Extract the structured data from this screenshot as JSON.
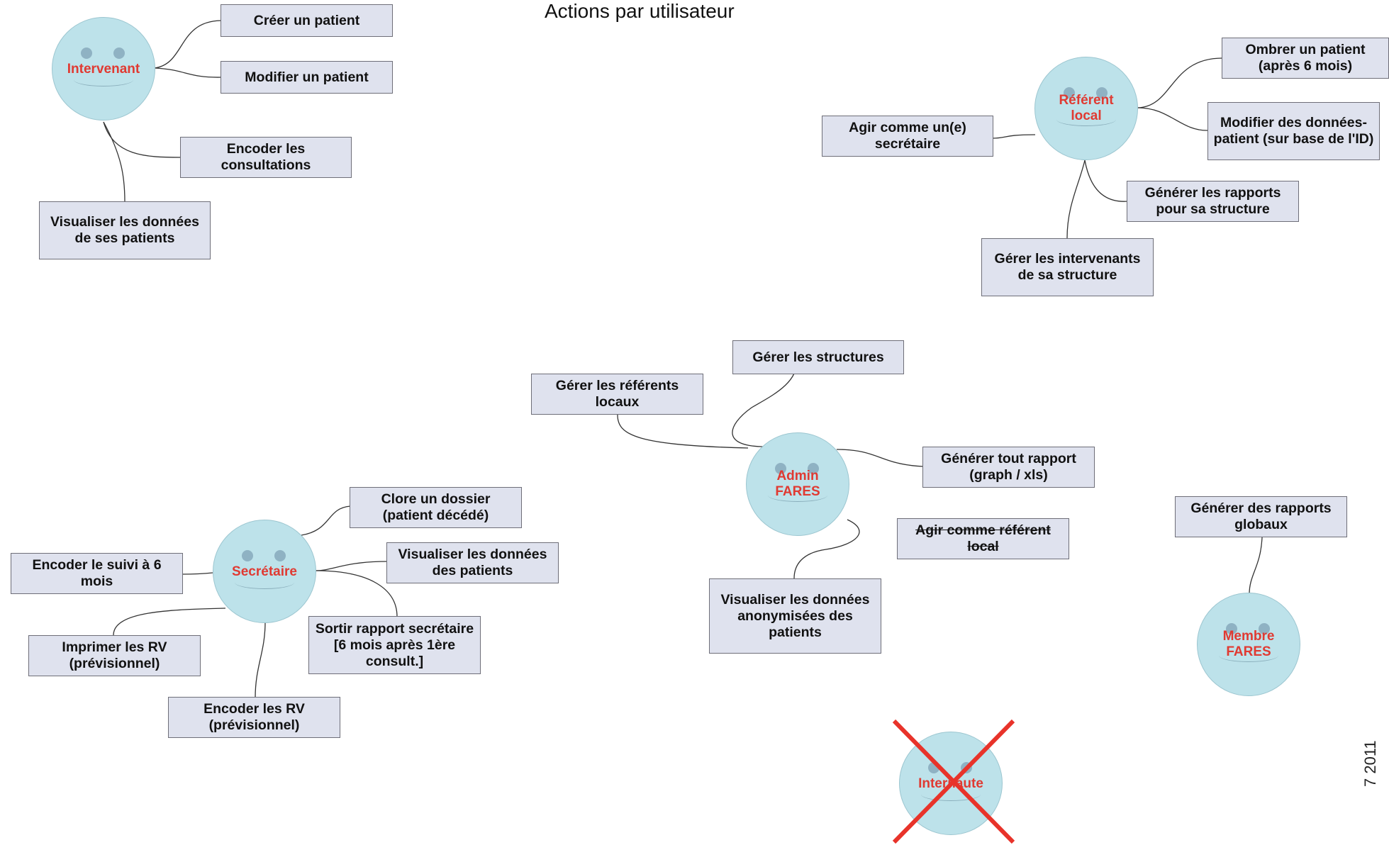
{
  "title": "Actions par utilisateur",
  "actors": {
    "intervenant": "Intervenant",
    "referent": "Référent local",
    "secretaire": "Secrétaire",
    "admin": "Admin FARES",
    "membre": "Membre FARES",
    "internaute": "Internaute"
  },
  "actions": {
    "creer_patient": "Créer un patient",
    "modifier_patient": "Modifier un patient",
    "encoder_consultations": "Encoder les consultations",
    "visualiser_ses_patients": "Visualiser les données de ses patients",
    "ombrer_patient": "Ombrer un patient (après 6 mois)",
    "agir_secretaire": "Agir comme un(e) secrétaire",
    "modifier_donnees_patient": "Modifier des données-patient (sur base de l'ID)",
    "generer_rapports_structure": "Générer les rapports pour sa structure",
    "gerer_intervenants": "Gérer les intervenants de sa structure",
    "gerer_structures": "Gérer les structures",
    "gerer_referents": "Gérer les référents locaux",
    "generer_tout_rapport": "Générer tout rapport (graph / xls)",
    "agir_referent": "Agir comme référent local",
    "visualiser_anonymisees": "Visualiser les données anonymisées des patients",
    "clore_dossier": "Clore un dossier (patient décédé)",
    "encoder_suivi": "Encoder le suivi à 6 mois",
    "visualiser_donnees_patients": "Visualiser les données des patients",
    "sortir_rapport": "Sortir rapport secrétaire [6 mois après 1ère consult.]",
    "imprimer_rv": "Imprimer les RV (prévisionnel)",
    "encoder_rv": "Encoder les RV (prévisionnel)",
    "generer_rapports_globaux": "Générer des rapports globaux"
  },
  "side_note": "7 2011",
  "colors": {
    "face_fill": "#bde2ea",
    "actor_label": "#e03a32",
    "box_fill": "#dfe2ee",
    "cross": "#e8332a"
  }
}
